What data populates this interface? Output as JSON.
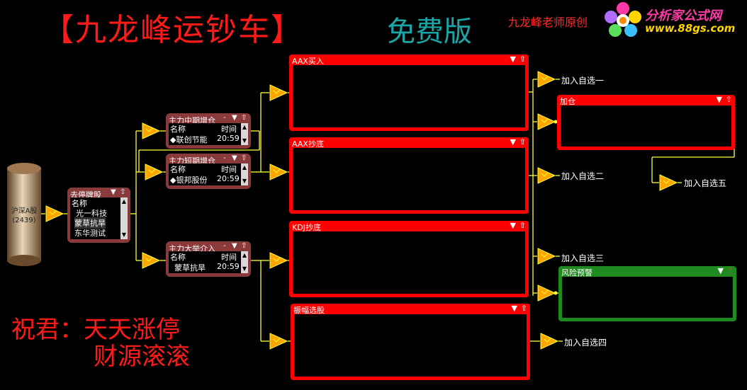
{
  "header": {
    "title": "【九龙峰运钞车】",
    "edition": "免费版",
    "author": "九龙峰老师原创",
    "logo_name": "分析家公式网",
    "logo_url": "www.88gs.com"
  },
  "greeting": {
    "line1": "祝君：天天涨停",
    "line2": "财源滚滚"
  },
  "source": {
    "name": "沪深A股",
    "count": "(2439)"
  },
  "exclude_list": {
    "title": "去停牌股",
    "column": "名称",
    "rows": [
      "光一科技",
      "蒙草抗旱",
      "东华测试"
    ]
  },
  "mid_list": {
    "title": "主力中期增仓",
    "col_name": "名称",
    "col_time": "时间",
    "row_name": "◆联创节能",
    "row_time": "20:59"
  },
  "short_list": {
    "title": "主力短期增仓",
    "col_name": "名称",
    "col_time": "时间",
    "row_name": "◆银邦股份",
    "row_time": "20:59"
  },
  "big_list": {
    "title": "主力大举介入",
    "col_name": "名称",
    "col_time": "时间",
    "row_name": "蒙草抗旱",
    "row_time": "20:59"
  },
  "panels": {
    "aax_buy": "AAX买入",
    "aax_bottom": "AAX抄底",
    "kdj_bottom": "KDJ抄底",
    "amplitude": "振幅选股",
    "add_position": "加仓",
    "risk_alert": "风险预警"
  },
  "outputs": {
    "out1": "加入自选一",
    "out2": "加入自选二",
    "out3": "加入自选三",
    "out4": "加入自选四",
    "out5": "加入自选五"
  },
  "icons": {
    "panel_menu": "▼",
    "panel_up": "⇧",
    "list_close": "-",
    "scroll_up": "▲",
    "scroll_down": "▼"
  },
  "colors": {
    "title": "#ff1a1a",
    "edition": "#1aa6a6",
    "panel_red": "#ff0000",
    "panel_green": "#1f8a1f",
    "list_frame": "#8a3a3a",
    "wire": "#ffff33",
    "gate": "#ffa500"
  }
}
